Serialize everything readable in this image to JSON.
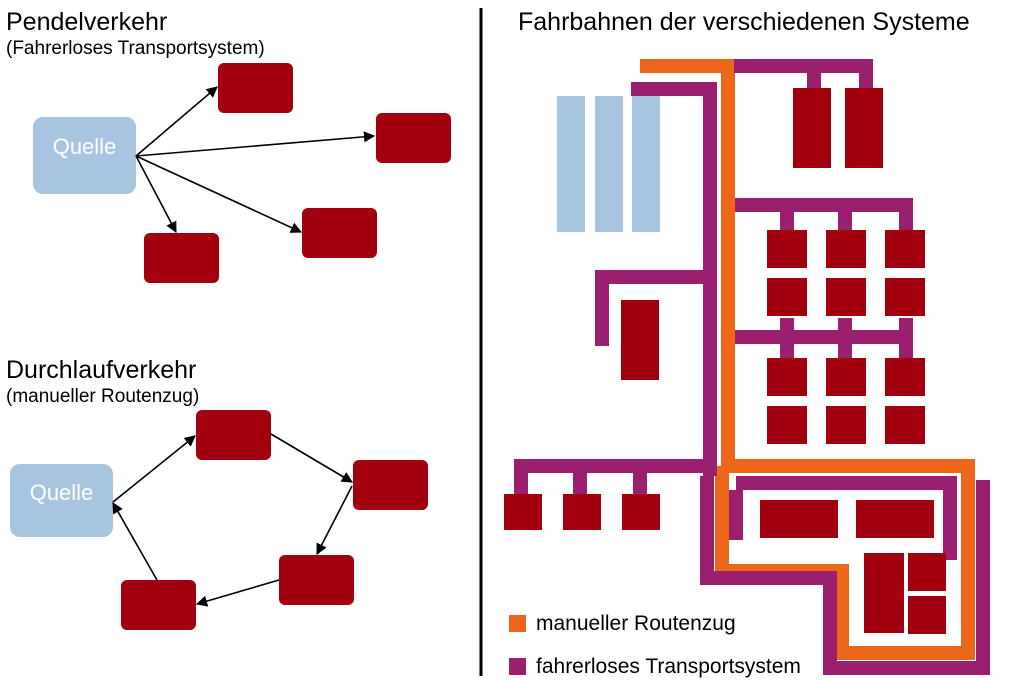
{
  "left": {
    "pendel": {
      "title": "Pendelverkehr",
      "subtitle": "(Fahrerloses Transportsystem)",
      "source_label": "Quelle"
    },
    "durchlauf": {
      "title": "Durchlaufverkehr",
      "subtitle": "(manueller Routenzug)",
      "source_label": "Quelle"
    }
  },
  "right": {
    "title": "Fahrbahnen der verschiedenen Systeme",
    "legend": [
      {
        "label": "manueller Routenzug",
        "color": "#ec6719"
      },
      {
        "label": "fahrerloses Transportsystem",
        "color": "#9a1f6e"
      }
    ]
  },
  "colors": {
    "source": "#a7c4e0",
    "station": "#a2000e",
    "storage": "#a7c4e0",
    "manual": "#ec6719",
    "agv": "#9a1f6e",
    "divider": "#000000"
  }
}
